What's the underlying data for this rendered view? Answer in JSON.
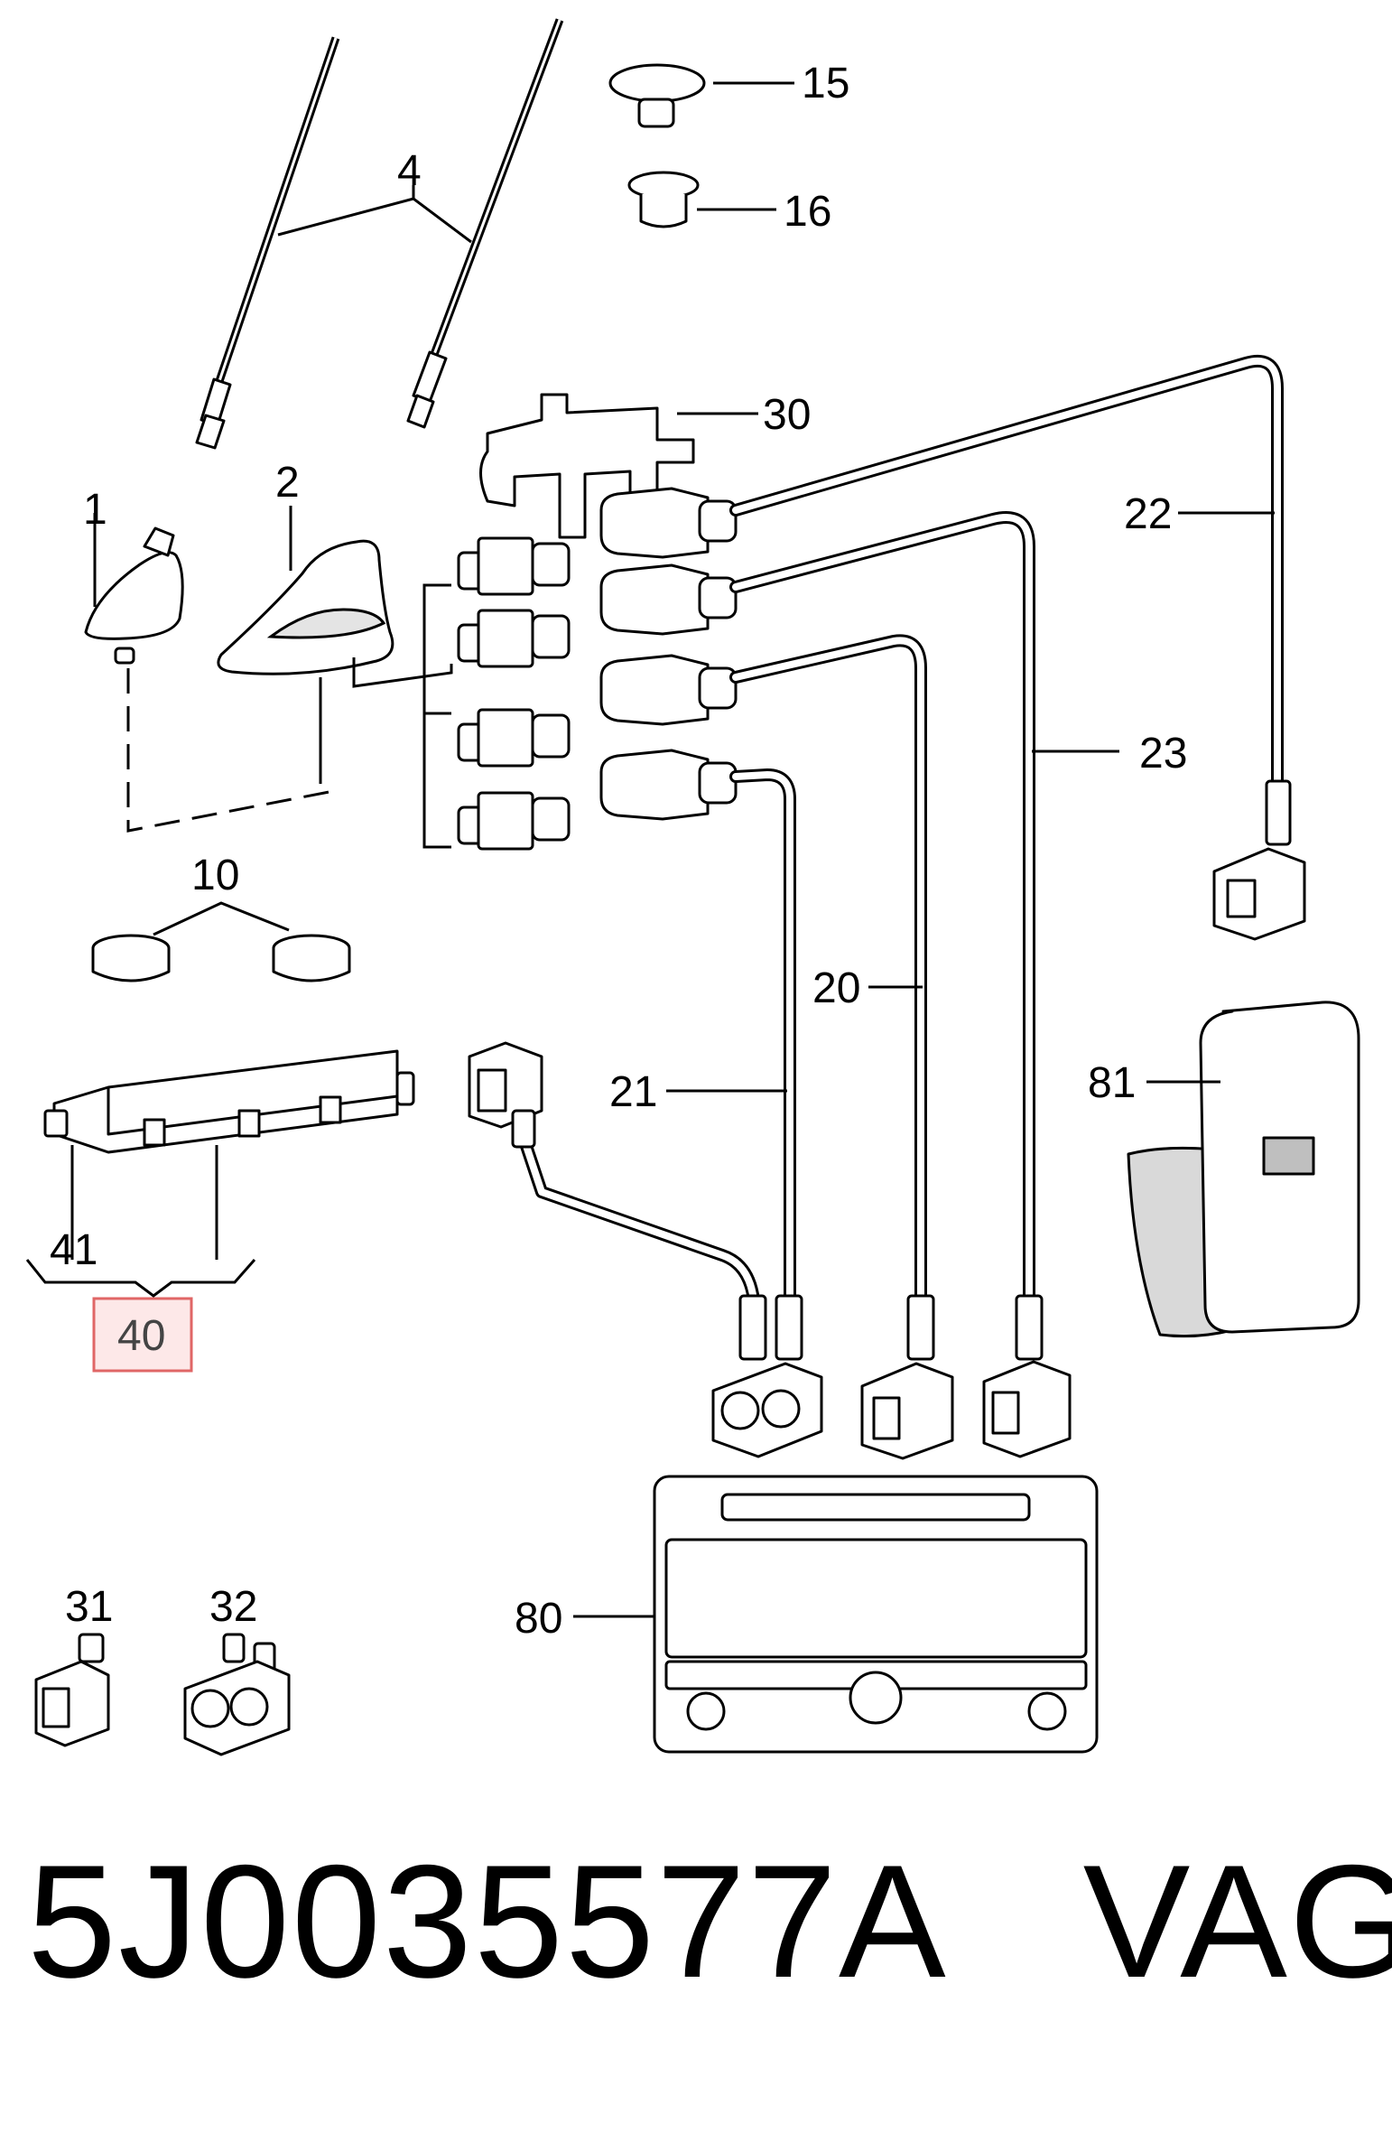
{
  "callouts": {
    "c1": "1",
    "c2": "2",
    "c4": "4",
    "c10": "10",
    "c15": "15",
    "c16": "16",
    "c20": "20",
    "c21": "21",
    "c22": "22",
    "c23": "23",
    "c30": "30",
    "c31": "31",
    "c32": "32",
    "c40": "40",
    "c41": "41",
    "c80": "80",
    "c81": "81"
  },
  "highlight": {
    "callout": "40",
    "color": "#e06666"
  },
  "footer": {
    "part_number": "5J0035577A",
    "brand": "VAG"
  }
}
